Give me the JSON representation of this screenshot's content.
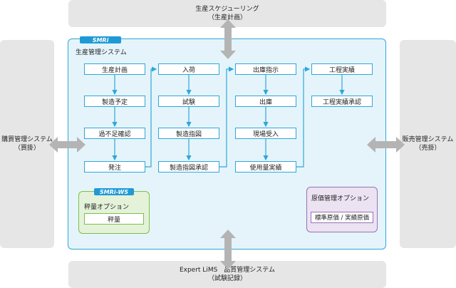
{
  "external_systems": {
    "top": {
      "line1": "生産スケジューリング",
      "line2": "（生産計画）"
    },
    "left": {
      "line1": "購買管理システム",
      "line2": "（買掛）"
    },
    "right": {
      "line1": "販売管理システム",
      "line2": "（売掛）"
    },
    "bottom": {
      "line1": "Expert LiMS　品質管理システム",
      "line2": "（試験記録）"
    }
  },
  "main_system": {
    "tag": "SMRi",
    "title": "生産管理システム",
    "columns": [
      [
        "生産計画",
        "製造予定",
        "過不足確認",
        "発注"
      ],
      [
        "入荷",
        "試験",
        "製造指図",
        "製造指図承認"
      ],
      [
        "出庫指示",
        "出庫",
        "現場受入",
        "使用量実績"
      ],
      [
        "工程実績",
        "工程実績承認"
      ]
    ]
  },
  "weighing_option": {
    "tag": "SMRi-WS",
    "title": "秤量オプション",
    "item": "秤量"
  },
  "cost_option": {
    "title": "原価管理オプション",
    "item": "標準原価 / 実績原価"
  },
  "colors": {
    "main_border": "#2ea7d9",
    "main_fill": "#e5f4fb",
    "tag_fill": "#1f9ad6",
    "green_border": "#7cbf4d",
    "purple_border": "#9a6fb8",
    "external_fill": "#e6e6e6",
    "arrow_gray": "#b4b4b4"
  }
}
